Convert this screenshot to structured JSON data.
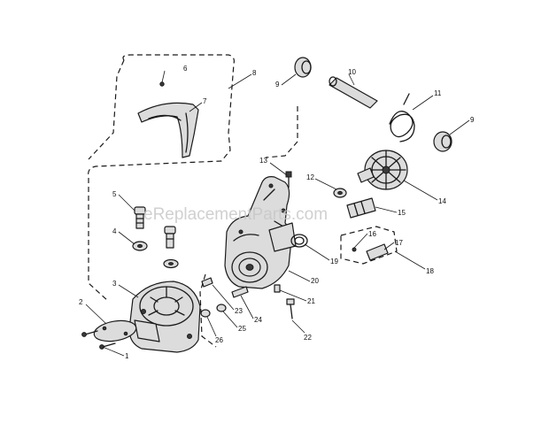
{
  "watermark": "eReplacementParts.com",
  "callouts": {
    "c1": "1",
    "c2": "2",
    "c3": "3",
    "c4": "4",
    "c5": "5",
    "c6": "6",
    "c7": "7",
    "c8": "8",
    "c9a": "9",
    "c9b": "9",
    "c10": "10",
    "c11": "11",
    "c12": "12",
    "c13": "13",
    "c14": "14",
    "c15": "15",
    "c16": "16",
    "c17": "17",
    "c18": "18",
    "c19": "19",
    "c20": "20",
    "c21": "21",
    "c22": "22",
    "c23": "23",
    "c24": "24",
    "c25": "25",
    "c26": "26"
  },
  "colors": {
    "ink": "#1a1a1a",
    "shade": "#dcdcdc",
    "watermark": "#c8c8c8"
  }
}
